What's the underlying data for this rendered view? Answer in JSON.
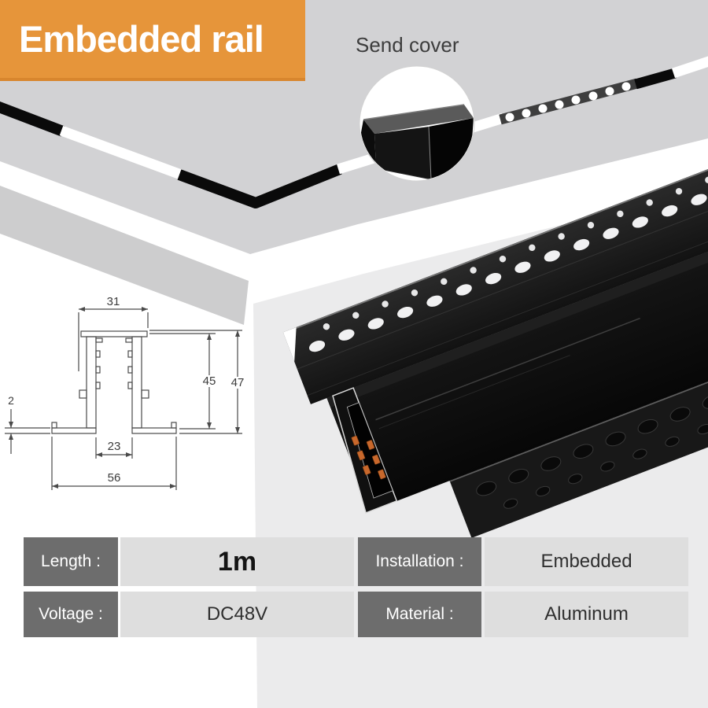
{
  "banner": {
    "title": "Embedded rail",
    "bg_color": "#e6953a"
  },
  "callout": {
    "label": "Send cover"
  },
  "dimensions": {
    "top_width": "31",
    "body_height": "45",
    "total_height": "47",
    "flange_thickness": "2",
    "opening_width": "23",
    "overall_width": "56"
  },
  "spec_table": {
    "rows": [
      {
        "left_label": "Length :",
        "left_value": "1m",
        "right_label": "Installation :",
        "right_value": "Embedded"
      },
      {
        "left_label": "Voltage :",
        "left_value": "DC48V",
        "right_label": "Material :",
        "right_value": "Aluminum"
      }
    ]
  },
  "colors": {
    "banner_orange": "#e6953a",
    "label_gray": "#6d6d6d",
    "value_bg": "#dedede",
    "ceiling_gray": "#d2d2d4",
    "wall_gray": "#ebebec",
    "copper": "#c8682c"
  }
}
